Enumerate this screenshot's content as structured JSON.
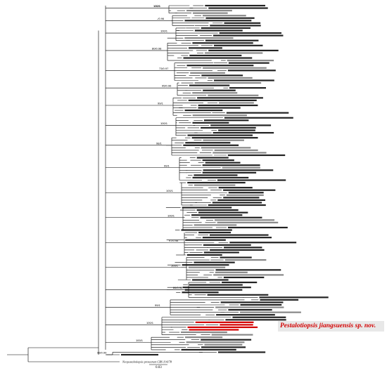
{
  "clade_label": "Pestalotiopsis jiangsuensis sp. nov.",
  "scale_bar_label": "0.03",
  "colors": {
    "branch": "#000000",
    "highlight_label": "#d30000",
    "highlight_bg": "#e8e8e8",
    "new_taxa": "#d30000"
  },
  "support_values": [
    "100/1",
    "-/0.96",
    "100/1",
    "80/0.98",
    "73/0.97",
    "95/0.96",
    "99/1",
    "100/1",
    "98/1",
    "99/1",
    "100/1",
    "100/1",
    "97/0.98",
    "100/1",
    "84/0.98",
    "99/1",
    "100/1",
    "100/1",
    "96/0.99",
    "100/1"
  ],
  "outgroup": "Neopestalotiopsis protearum CBS 114178"
}
